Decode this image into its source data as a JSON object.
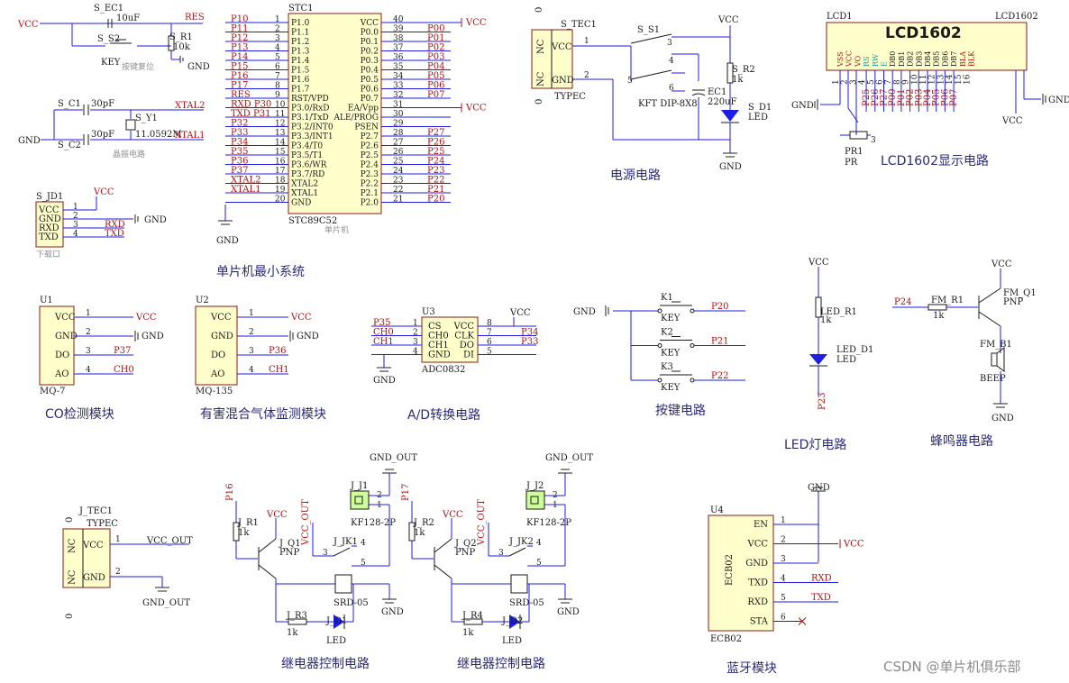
{
  "titles": {
    "mcu": "单片机最小系统",
    "power": "电源电路",
    "lcd": "LCD1602显示电路",
    "co": "CO检测模块",
    "gas": "有害混合气体监测模块",
    "adc": "A/D转换电路",
    "keys": "按键电路",
    "led": "LED灯电路",
    "buzzer": "蜂鸣器电路",
    "relay1": "继电器控制电路",
    "relay2": "继电器控制电路",
    "bt": "蓝牙模块"
  },
  "watermark": "CSDN @单片机俱乐部",
  "mcu": {
    "designator": "STC1",
    "part": "STC89C52",
    "sub": "单片机",
    "left_pins": [
      {
        "num": "1",
        "name": "P1.0",
        "net": "P10"
      },
      {
        "num": "2",
        "name": "P1.1",
        "net": "P11"
      },
      {
        "num": "3",
        "name": "P1.2",
        "net": "P12"
      },
      {
        "num": "4",
        "name": "P1.3",
        "net": "P13"
      },
      {
        "num": "5",
        "name": "P1.4",
        "net": "P14"
      },
      {
        "num": "6",
        "name": "P1.5",
        "net": "P15"
      },
      {
        "num": "7",
        "name": "P1.6",
        "net": "P16"
      },
      {
        "num": "8",
        "name": "P1.7",
        "net": "P17"
      },
      {
        "num": "9",
        "name": "RST/VPD",
        "net": "RES"
      },
      {
        "num": "10",
        "name": "P3.0/RxD",
        "net": "RXD P30"
      },
      {
        "num": "11",
        "name": "P3.1/TxD",
        "net": "TXD P31"
      },
      {
        "num": "12",
        "name": "P3.2/INT0",
        "net": "P32"
      },
      {
        "num": "13",
        "name": "P3.3/INT1",
        "net": "P33"
      },
      {
        "num": "14",
        "name": "P3.4/T0",
        "net": "P34"
      },
      {
        "num": "15",
        "name": "P3.5/T1",
        "net": "P35"
      },
      {
        "num": "16",
        "name": "P3.6/WR",
        "net": "P36"
      },
      {
        "num": "17",
        "name": "P3.7/RD",
        "net": "P37"
      },
      {
        "num": "18",
        "name": "XTAL2",
        "net": "XTAL2"
      },
      {
        "num": "19",
        "name": "XTAL1",
        "net": "XTAL1"
      },
      {
        "num": "20",
        "name": "GND",
        "net": ""
      }
    ],
    "right_pins": [
      {
        "num": "40",
        "name": "VCC",
        "net": "VCC"
      },
      {
        "num": "39",
        "name": "P0.0",
        "net": "P00"
      },
      {
        "num": "38",
        "name": "P0.1",
        "net": "P01"
      },
      {
        "num": "37",
        "name": "P0.2",
        "net": "P02"
      },
      {
        "num": "36",
        "name": "P0.3",
        "net": "P03"
      },
      {
        "num": "35",
        "name": "P0.4",
        "net": "P04"
      },
      {
        "num": "34",
        "name": "P0.5",
        "net": "P05"
      },
      {
        "num": "33",
        "name": "P0.6",
        "net": "P06"
      },
      {
        "num": "32",
        "name": "P0.7",
        "net": "P07"
      },
      {
        "num": "31",
        "name": "EA/Vpp",
        "net": "VCC"
      },
      {
        "num": "30",
        "name": "ALE/PROG",
        "net": ""
      },
      {
        "num": "29",
        "name": "PSEN",
        "net": ""
      },
      {
        "num": "28",
        "name": "P2.7",
        "net": "P27"
      },
      {
        "num": "27",
        "name": "P2.6",
        "net": "P26"
      },
      {
        "num": "26",
        "name": "P2.5",
        "net": "P25"
      },
      {
        "num": "25",
        "name": "P2.4",
        "net": "P24"
      },
      {
        "num": "24",
        "name": "P2.3",
        "net": "P23"
      },
      {
        "num": "23",
        "name": "P2.2",
        "net": "P22"
      },
      {
        "num": "22",
        "name": "P2.1",
        "net": "P21"
      },
      {
        "num": "21",
        "name": "P2.0",
        "net": "P20"
      }
    ]
  },
  "reset": {
    "vcc": "VCC",
    "cap": "S_EC1",
    "cap_val": "10uF",
    "net": "RES",
    "sw": "S_S2",
    "sw_val": "KEY",
    "res": "S_R1",
    "res_val": "10k",
    "gnd": "GND",
    "note": "按键复位"
  },
  "crystal": {
    "c1": "S_C1",
    "c1_val": "30pF",
    "c2": "S_C2",
    "c2_val": "30pF",
    "xtal": "S_Y1",
    "xtal_val": "11.0592M",
    "x2": "XTAL2",
    "x1": "XTAL1",
    "gnd": "GND",
    "note": "晶振电路"
  },
  "jd1": {
    "designator": "S_JD1",
    "vcc": "VCC",
    "gnd": "GND",
    "note": "下载口",
    "pins": [
      {
        "name": "VCC",
        "num": "1",
        "net": ""
      },
      {
        "name": "GND",
        "num": "2",
        "net": ""
      },
      {
        "name": "RXD",
        "num": "3",
        "net": "RXD"
      },
      {
        "name": "TXD",
        "num": "4",
        "net": "TXD"
      }
    ]
  },
  "power": {
    "conn": "S_TEC1",
    "conn_type": "TYPEC",
    "sw": "S_S1",
    "sw_type": "KFT DIP-8X8",
    "cap": "EC1",
    "cap_val": "220uF",
    "res": "S_R2",
    "res_val": "1k",
    "led": "S_D1",
    "led_val": "LED",
    "vcc": "VCC",
    "gnd": "GND",
    "nc": "NC",
    "vcc_pin": "VCC",
    "gnd_pin": "GND",
    "pin_nums": [
      "1",
      "2",
      "3",
      "4",
      "5",
      "6"
    ],
    "zero": "0"
  },
  "lcd": {
    "designator": "LCD1",
    "title": "LCD1602",
    "part": "LCD1602",
    "pins": [
      "VSS",
      "VCC",
      "VO",
      "RS",
      "RW",
      "E",
      "DB0",
      "DB1",
      "DB2",
      "DB3",
      "DB4",
      "DB5",
      "DB6",
      "DB7",
      "BLA",
      "BLK"
    ],
    "nets": [
      "",
      "",
      "",
      "P25",
      "P26",
      "P27",
      "P00",
      "P01",
      "P02",
      "P03",
      "P04",
      "P05",
      "P06",
      "P07",
      "",
      ""
    ],
    "pot": "PR1",
    "pot_val": "PR",
    "gnd": "GND",
    "vcc": "VCC",
    "pot_pin": "3"
  },
  "u1": {
    "designator": "U1",
    "part": "MQ-7",
    "pins": [
      {
        "name": "VCC",
        "num": "1",
        "net": "VCC"
      },
      {
        "name": "GND",
        "num": "2",
        "net": "GND"
      },
      {
        "name": "DO",
        "num": "3",
        "net": "P37"
      },
      {
        "name": "AO",
        "num": "4",
        "net": "CH0"
      }
    ]
  },
  "u2": {
    "designator": "U2",
    "part": "MQ-135",
    "pins": [
      {
        "name": "VCC",
        "num": "1",
        "net": "VCC"
      },
      {
        "name": "GND",
        "num": "2",
        "net": "GND"
      },
      {
        "name": "DO",
        "num": "3",
        "net": "P36"
      },
      {
        "name": "AO",
        "num": "4",
        "net": "CH1"
      }
    ]
  },
  "u3": {
    "designator": "U3",
    "part": "ADC0832",
    "left": [
      {
        "name": "CS",
        "num": "1",
        "net": "P35"
      },
      {
        "name": "CH0",
        "num": "2",
        "net": "CH0"
      },
      {
        "name": "CH1",
        "num": "3",
        "net": "CH1"
      },
      {
        "name": "GND",
        "num": "4",
        "net": "GND"
      }
    ],
    "right": [
      {
        "name": "VCC",
        "num": "8",
        "net": "VCC"
      },
      {
        "name": "CLK",
        "num": "7",
        "net": "P34"
      },
      {
        "name": "DO",
        "num": "6",
        "net": "P33"
      },
      {
        "name": "DI",
        "num": "5",
        "net": ""
      }
    ]
  },
  "keys": {
    "gnd": "GND",
    "items": [
      {
        "ref": "K1",
        "val": "KEY",
        "net": "P20"
      },
      {
        "ref": "K2",
        "val": "KEY",
        "net": "P21"
      },
      {
        "ref": "K3",
        "val": "KEY",
        "net": "P22"
      }
    ]
  },
  "ledc": {
    "vcc": "VCC",
    "res": "LED_R1",
    "res_val": "1k",
    "led": "LED_D1",
    "led_val": "LED",
    "net": "P23"
  },
  "buzzer": {
    "net": "P24",
    "res": "FM_R1",
    "res_val": "1k",
    "q": "FM_Q1",
    "q_val": "PNP",
    "vcc": "VCC",
    "bz": "FM_B1",
    "bz_val": "BEEP",
    "gnd": "GND"
  },
  "jtec": {
    "designator": "J_TEC1",
    "type": "TYPEC",
    "vcc": "VCC_OUT",
    "gnd": "GND_OUT",
    "nc": "NC",
    "vcc_pin": "VCC",
    "gnd_pin": "GND",
    "n1": "1",
    "n2": "2",
    "zero": "0"
  },
  "relay1": {
    "ctrl": "P16",
    "res": "J_R1",
    "res_val": "1k",
    "q": "J_Q1",
    "q_val": "PNP",
    "vcc": "VCC",
    "vccout": "VCC_OUT",
    "gnd_out": "GND_OUT",
    "conn": "J_J1",
    "conn_val": "KF128-2P",
    "relay": "J_JK1",
    "relay_val": "SRD-05",
    "r3": "J_R3",
    "r3_val": "1k",
    "led": "J_D1",
    "led_val": "LED",
    "gnd": "GND",
    "pins": [
      "1",
      "2",
      "3",
      "4",
      "5"
    ]
  },
  "relay2": {
    "ctrl": "P17",
    "res": "J_R2",
    "res_val": "1k",
    "q": "J_Q2",
    "q_val": "PNP",
    "vcc": "VCC",
    "vccout": "VCC_OUT",
    "gnd_out": "GND_OUT",
    "conn": "J_J2",
    "conn_val": "KF128-2P",
    "relay": "J_JK2",
    "relay_val": "SRD-05",
    "r3": "J_R4",
    "r3_val": "1k",
    "led": "J_D2",
    "led_val": "LED",
    "gnd": "GND",
    "pins": [
      "1",
      "2",
      "3",
      "4",
      "5"
    ]
  },
  "bt": {
    "designator": "U4",
    "part": "ECB02",
    "side": "ECB02",
    "gnd": "GND",
    "pins": [
      {
        "name": "EN",
        "num": "1",
        "net": ""
      },
      {
        "name": "VCC",
        "num": "2",
        "net": "VCC"
      },
      {
        "name": "GND",
        "num": "3",
        "net": ""
      },
      {
        "name": "TXD",
        "num": "4",
        "net": "RXD"
      },
      {
        "name": "RXD",
        "num": "5",
        "net": "TXD"
      },
      {
        "name": "STA",
        "num": "6",
        "net": ""
      }
    ]
  }
}
